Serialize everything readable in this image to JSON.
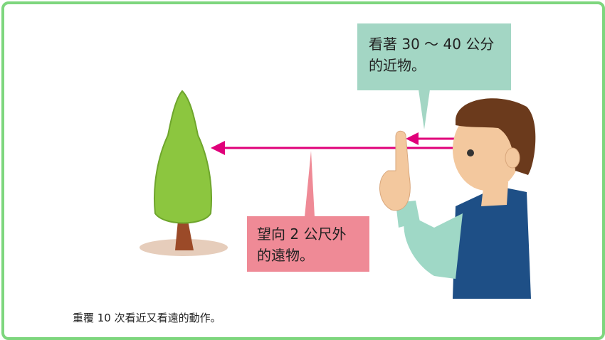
{
  "callouts": {
    "near": [
      "看著 30 ～ 40 公分",
      "的近物。"
    ],
    "far": [
      "望向 2 公尺外",
      "的遠物。"
    ]
  },
  "caption": "重覆 10 次看近又看遠的動作。",
  "colors": {
    "border": "#7ed67e",
    "near": "#a3d6c4",
    "far": "#ef8a96",
    "arrow": "#e0007a"
  }
}
